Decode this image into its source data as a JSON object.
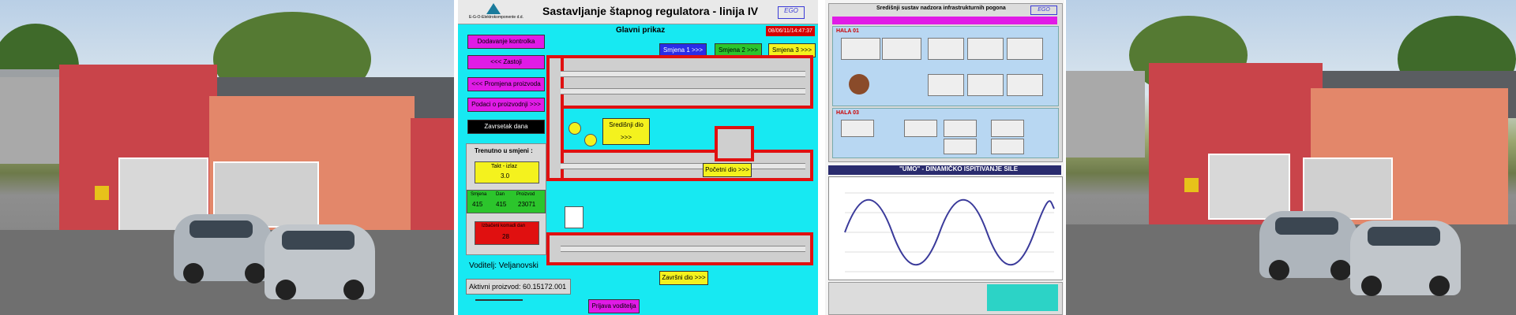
{
  "scada": {
    "title": "Sastavljanje štapnog regulatora - linija IV",
    "company": "E-G-O-Elektrokomponente d.d.",
    "subtitle": "Glavni prikaz",
    "datetime": "08/06/11/14:47:37",
    "menu": [
      "Dodavanje kontrolka",
      "<<< Zastoji",
      "<<< Promjena proizvoda",
      "Podaci o proizvodnji >>>",
      "Zavrsetak dana"
    ],
    "shift_buttons": [
      "Smjena 1 >>>",
      "Smjena 2 >>>",
      "Smjena 3 >>>"
    ],
    "current_shift_label": "Trenutno u smjeni :",
    "takt_label": "Takt - izlaz",
    "takt_value": "3.0",
    "counters_header": [
      "Smjena",
      "Dan",
      "Proizvod"
    ],
    "counters_values": [
      "415",
      "415",
      "23071"
    ],
    "defects_label": "Izbačeni komadi dan",
    "defects_value": "28",
    "leader": "Voditelj: Veljanovski",
    "active_product": "Aktivni proizvod: 60.15172.001",
    "section_buttons": [
      "Središnji dio >>>",
      "Početni dio >>>",
      "Završni dio >>>"
    ],
    "footer_button": "Prijava voditelja"
  },
  "monitor": {
    "title": "Središnji sustav nadzora infrastrukturnih pogona",
    "hall1": "HALA 01",
    "hall3": "HALA 03",
    "chart_title": "\"UMO\" - DINAMIČKO ISPITIVANJE SILE",
    "brand": "EGO"
  },
  "colors": {
    "cyan": "#17e9f2",
    "magenta": "#e01be6",
    "yellow": "#f4f21e",
    "red": "#e01010",
    "blue": "#2a2ce8",
    "green": "#2cc52c"
  }
}
